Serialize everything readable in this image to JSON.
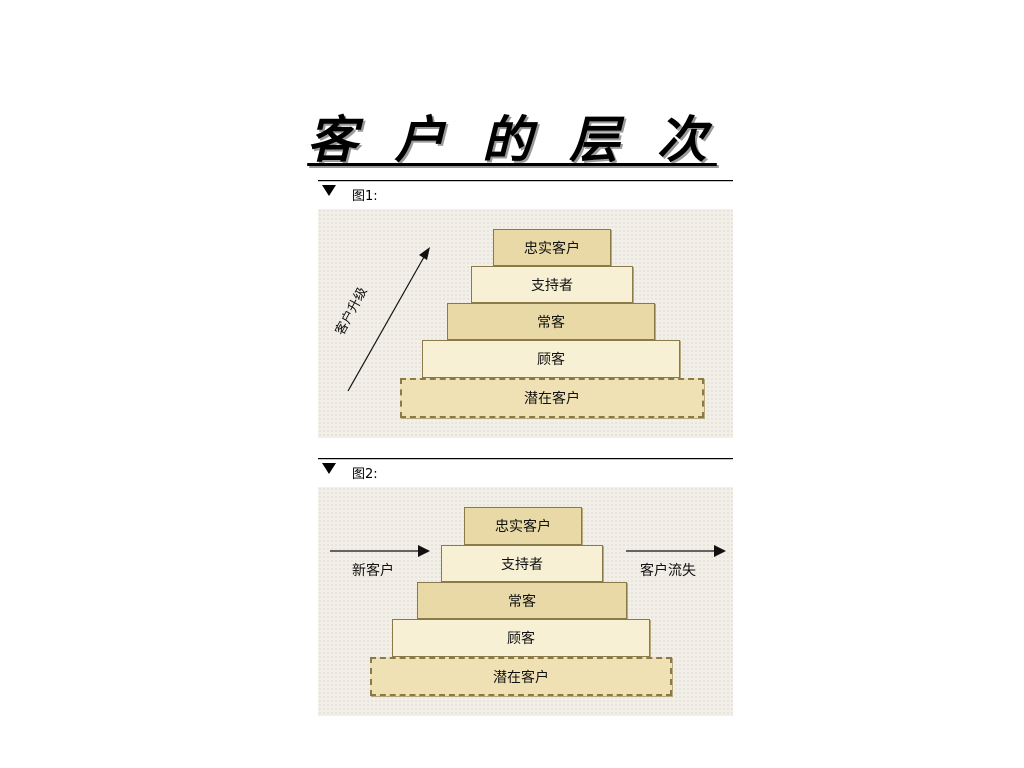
{
  "title": "客 户 的 层 次",
  "figures": [
    {
      "label": "图1:",
      "tiers": [
        "忠实客户",
        "支持者",
        "常客",
        "顾客",
        "潜在客户"
      ],
      "side_label": "客户升级"
    },
    {
      "label": "图2:",
      "tiers": [
        "忠实客户",
        "支持者",
        "常客",
        "顾客",
        "潜在客户"
      ],
      "left_label": "新客户",
      "right_label": "客户流失"
    }
  ],
  "colors": {
    "tier_dark": "#e9d9a6",
    "tier_light": "#f7f0d4",
    "tier_border": "#8a7a4a",
    "panel_bg": "#f2efe8"
  }
}
